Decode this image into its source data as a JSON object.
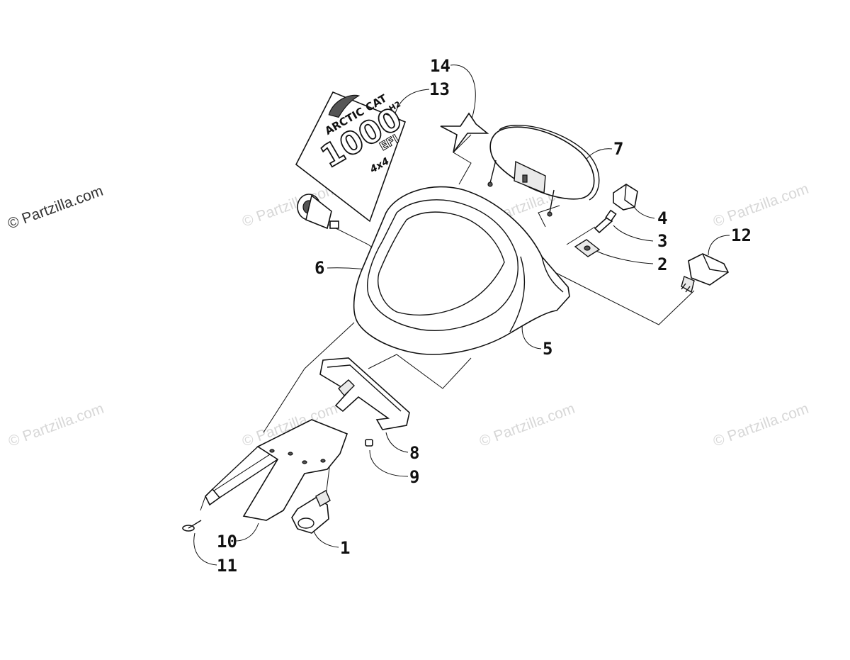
{
  "watermark": {
    "main": "© Partzilla.com",
    "faint": "© Partzilla.com"
  },
  "decal": {
    "brand": "ARCTIC CAT",
    "model": "1000",
    "suffix": "H2",
    "line2": "EFI",
    "line3": "4x4"
  },
  "parts": [
    {
      "id": "1",
      "label": "1"
    },
    {
      "id": "2",
      "label": "2"
    },
    {
      "id": "3",
      "label": "3"
    },
    {
      "id": "4",
      "label": "4"
    },
    {
      "id": "5",
      "label": "5"
    },
    {
      "id": "6",
      "label": "6"
    },
    {
      "id": "7",
      "label": "7"
    },
    {
      "id": "8",
      "label": "8"
    },
    {
      "id": "9",
      "label": "9"
    },
    {
      "id": "10",
      "label": "10"
    },
    {
      "id": "11",
      "label": "11"
    },
    {
      "id": "12",
      "label": "12"
    },
    {
      "id": "13",
      "label": "13"
    },
    {
      "id": "14",
      "label": "14"
    }
  ]
}
